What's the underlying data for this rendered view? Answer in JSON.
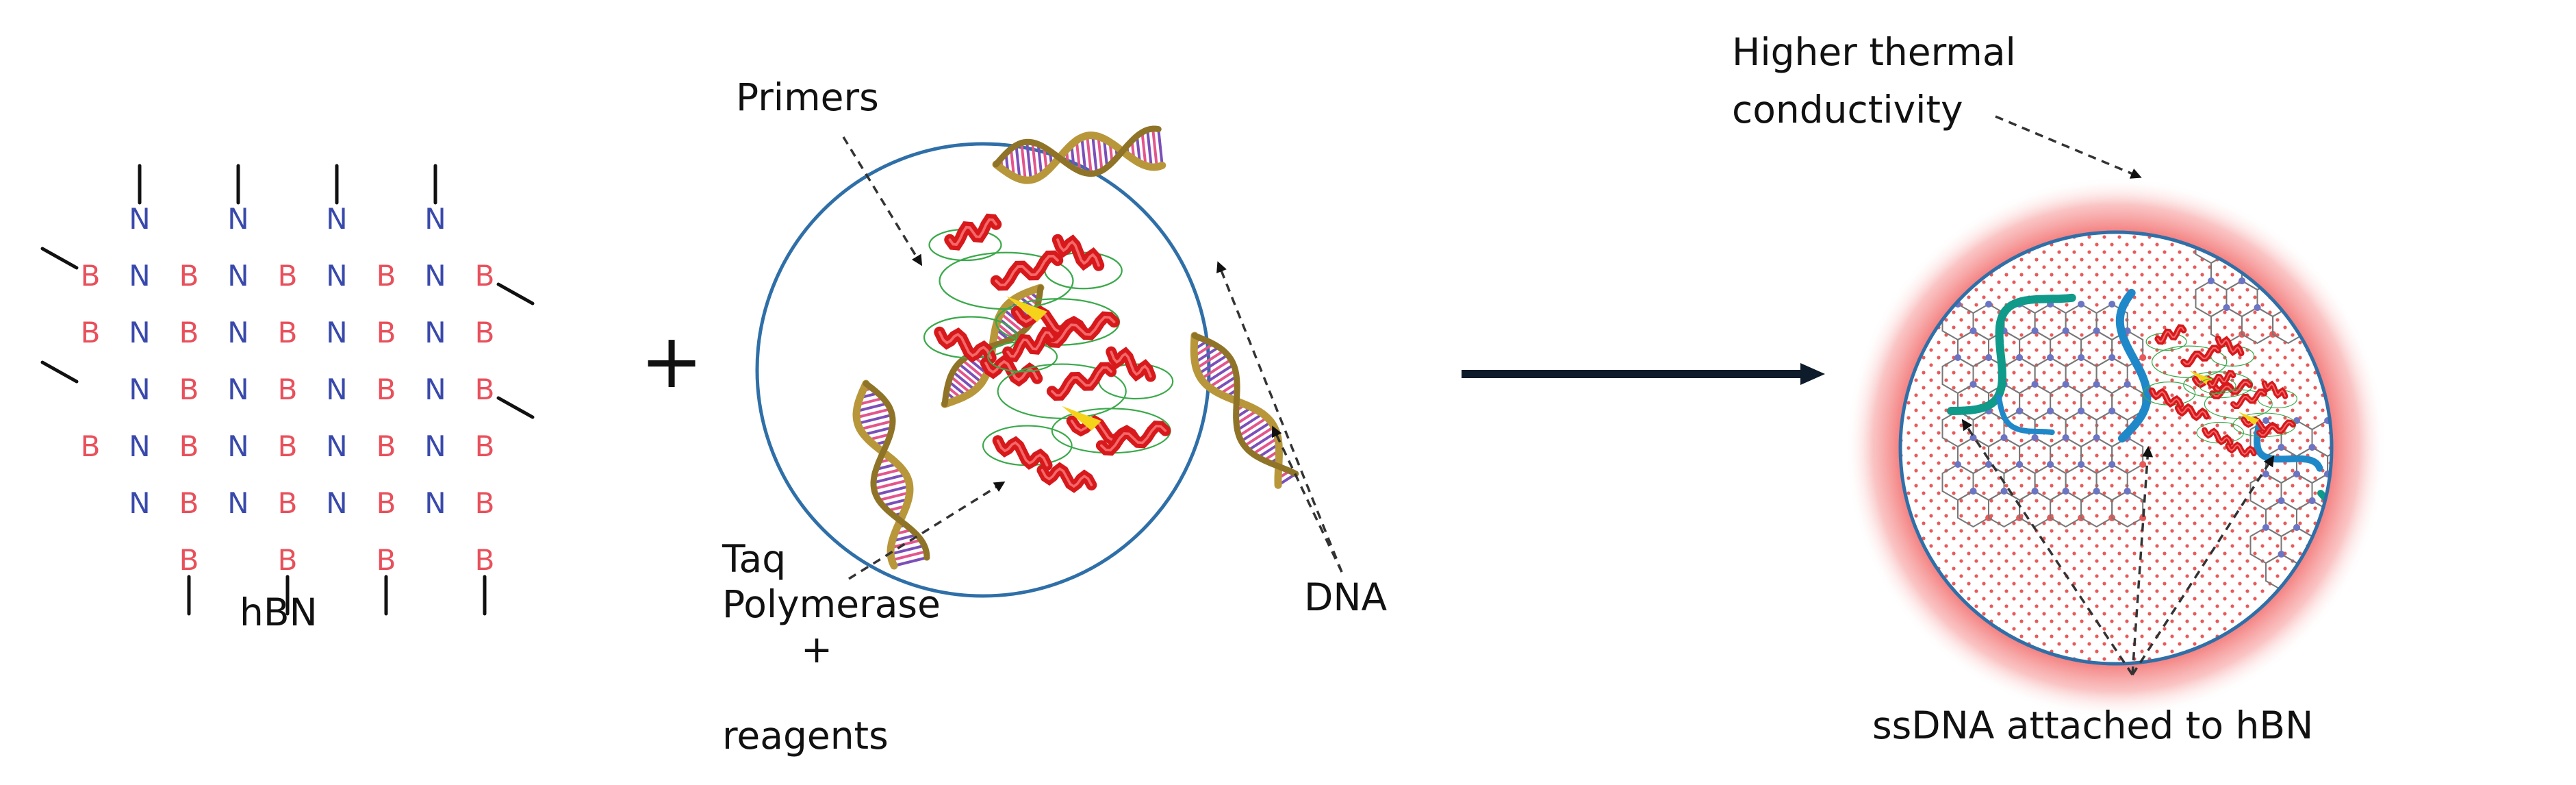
{
  "hbn": {
    "label": "hBN",
    "atom_b": "B",
    "atom_n": "N",
    "color_b": "#e8505b",
    "color_n": "#3949ab"
  },
  "mixture": {
    "plus": "+",
    "primers_label": "Primers",
    "taq_label_line1": "Taq",
    "taq_label_line2": "Polymerase",
    "taq_label_line3": "+",
    "taq_label_line4": "reagents",
    "dna_label": "DNA",
    "protein_color": "#d7191c",
    "dna_backbone_color": "#b8963a"
  },
  "result": {
    "thermal_label_line1": "Higher thermal",
    "thermal_label_line2": "conductivity",
    "ssdna_label": "ssDNA attached to hBN",
    "glow_color": "#f26b6b",
    "strand_blue": "#1f88c9",
    "strand_teal": "#0f9a8a"
  },
  "arrow_color": "#0d1b2a"
}
